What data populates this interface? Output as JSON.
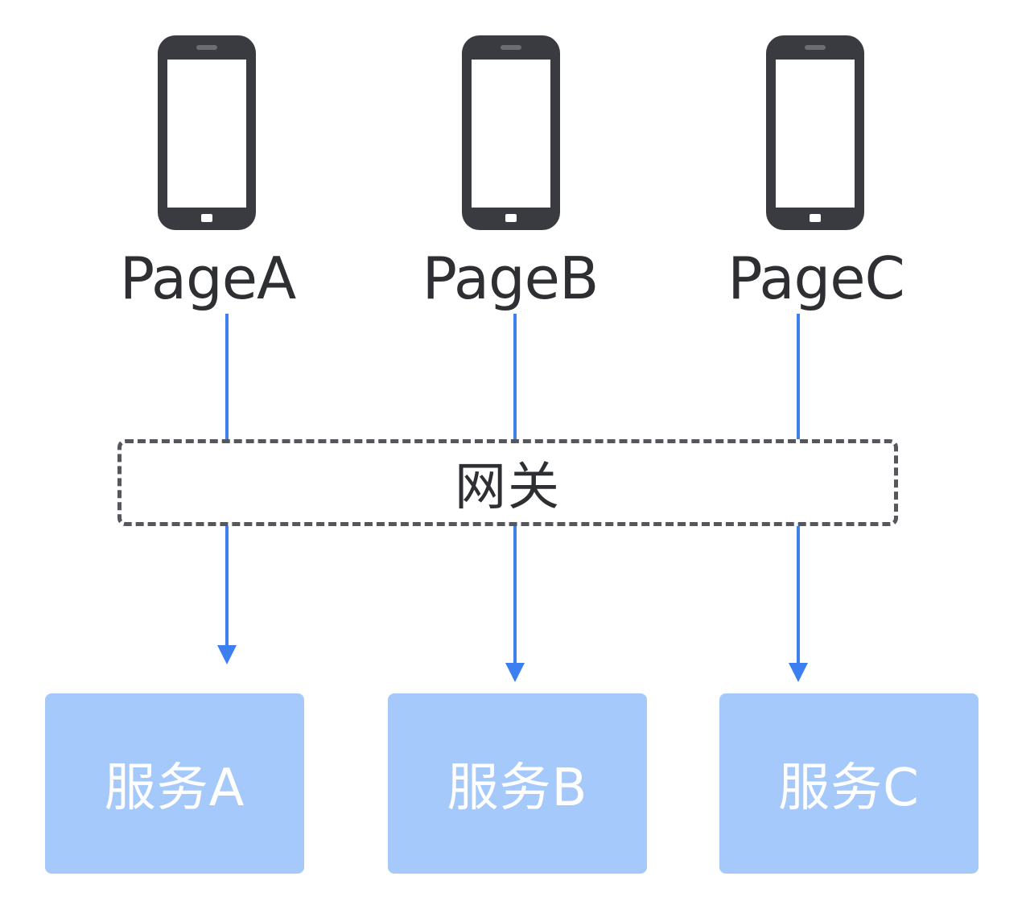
{
  "colors": {
    "phone": "#3a3b40",
    "connector": "#3d7ff0",
    "service_fill": "#a6c9fb",
    "service_text": "#ffffff",
    "gateway_border": "#55575d",
    "text": "#2e2f33"
  },
  "pages": [
    {
      "label": "PageA",
      "icon": "phone-icon"
    },
    {
      "label": "PageB",
      "icon": "phone-icon"
    },
    {
      "label": "PageC",
      "icon": "phone-icon"
    }
  ],
  "gateway": {
    "label": "网关"
  },
  "services": [
    {
      "label": "服务A"
    },
    {
      "label": "服务B"
    },
    {
      "label": "服务C"
    }
  ]
}
